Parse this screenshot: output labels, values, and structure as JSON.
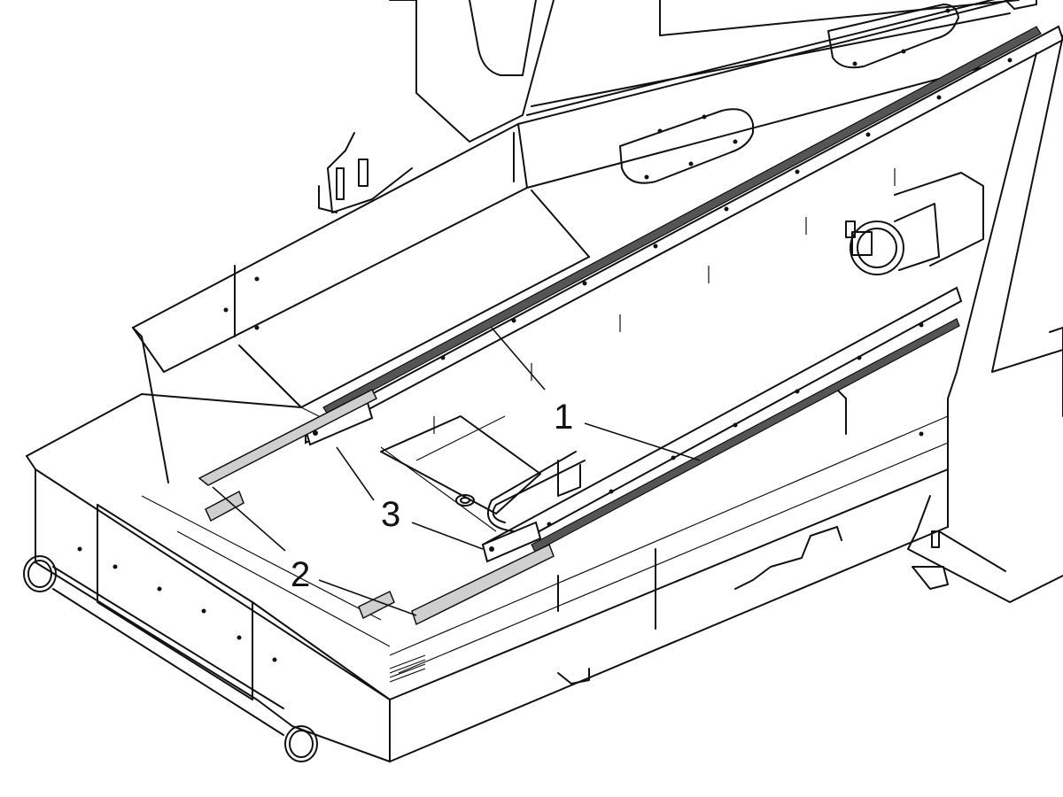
{
  "callouts": [
    {
      "label": "1"
    },
    {
      "label": "2"
    },
    {
      "label": "3"
    }
  ],
  "colors": {
    "line": "#111111",
    "wiper_fill": "#cfcfcf",
    "background": "#ffffff"
  }
}
